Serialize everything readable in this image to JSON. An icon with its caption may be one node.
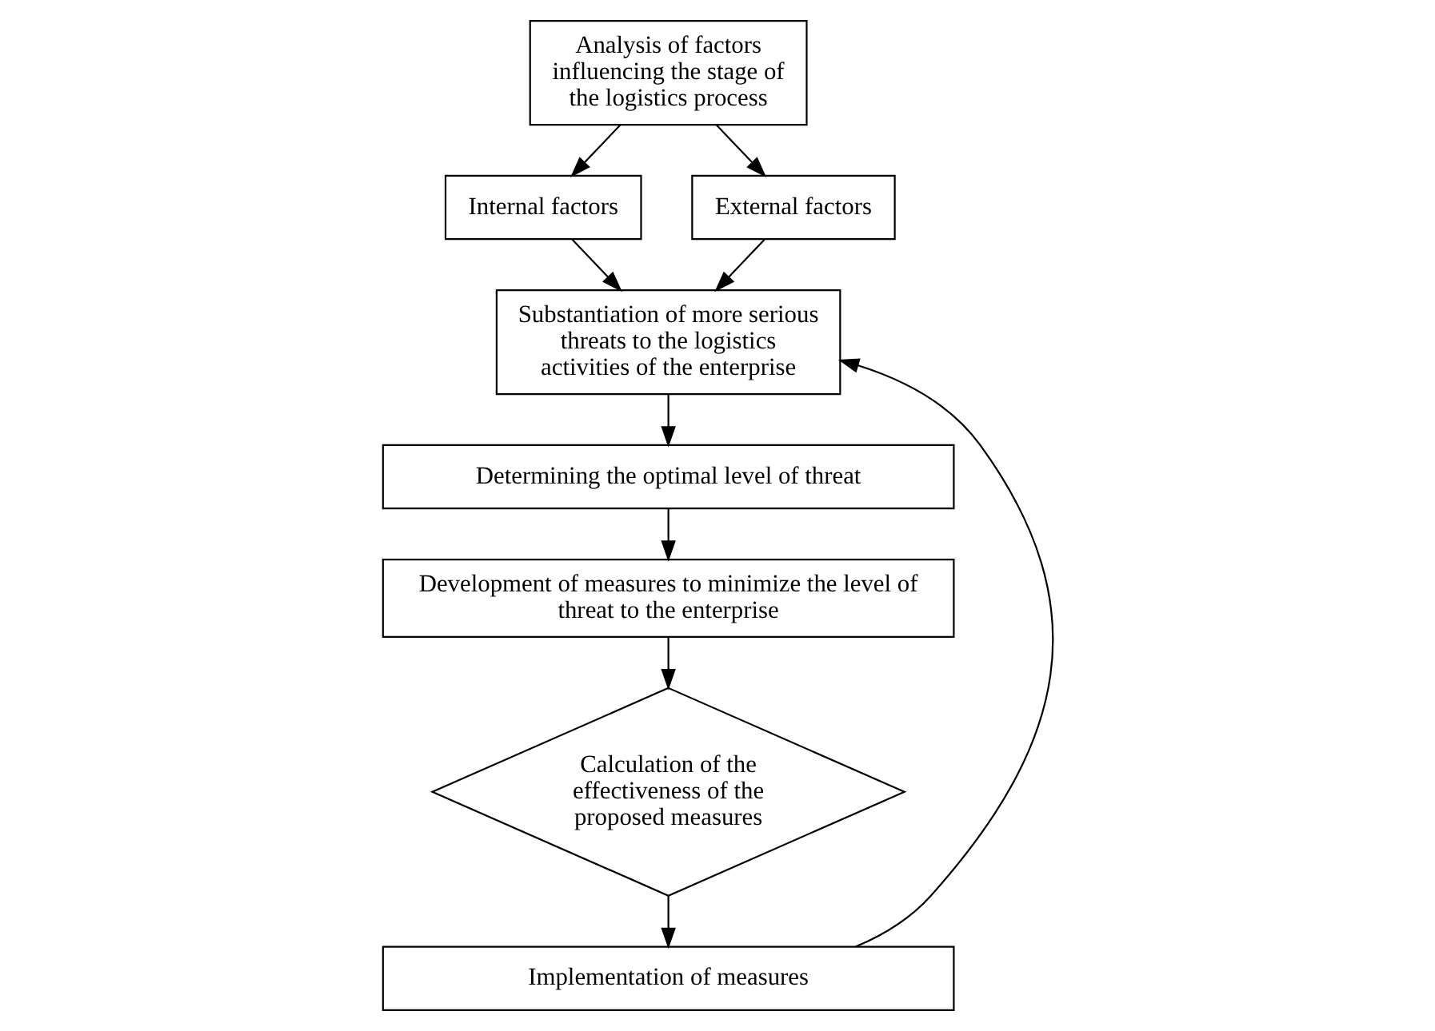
{
  "diagram": {
    "nodes": [
      {
        "text": [
          "Analysis of factors influencing the stage of the logistics process"
        ]
      },
      {
        "text": [
          "Internal factors"
        ]
      },
      {
        "text": [
          "External factors"
        ]
      },
      {
        "text": [
          "Substantiation of more serious threats to the logistics activities of the enterprise"
        ]
      },
      {
        "text": [
          "Determining the optimal level of threat"
        ]
      },
      {
        "text": [
          "Development of measures to minimize the level of threat to the enterprise"
        ]
      },
      {
        "text": [
          "Calculation of the effectiveness of the proposed measures"
        ]
      },
      {
        "text": [
          "Implementation of measures"
        ]
      }
    ],
    "edges": [
      {
        "from": 0,
        "to": 1,
        "arrow": "to"
      },
      {
        "from": 0,
        "to": 2,
        "arrow": "to"
      },
      {
        "from": 1,
        "to": 3,
        "arrow": "to"
      },
      {
        "from": 2,
        "to": 3,
        "arrow": "to"
      },
      {
        "from": 3,
        "to": 4,
        "arrow": "to"
      },
      {
        "from": 4,
        "to": 5,
        "arrow": "to"
      },
      {
        "from": 5,
        "to": 6,
        "arrow": "to"
      },
      {
        "from": 6,
        "to": 7,
        "arrow": "to"
      },
      {
        "from": 7,
        "to": 3,
        "arrow": "to"
      }
    ]
  }
}
